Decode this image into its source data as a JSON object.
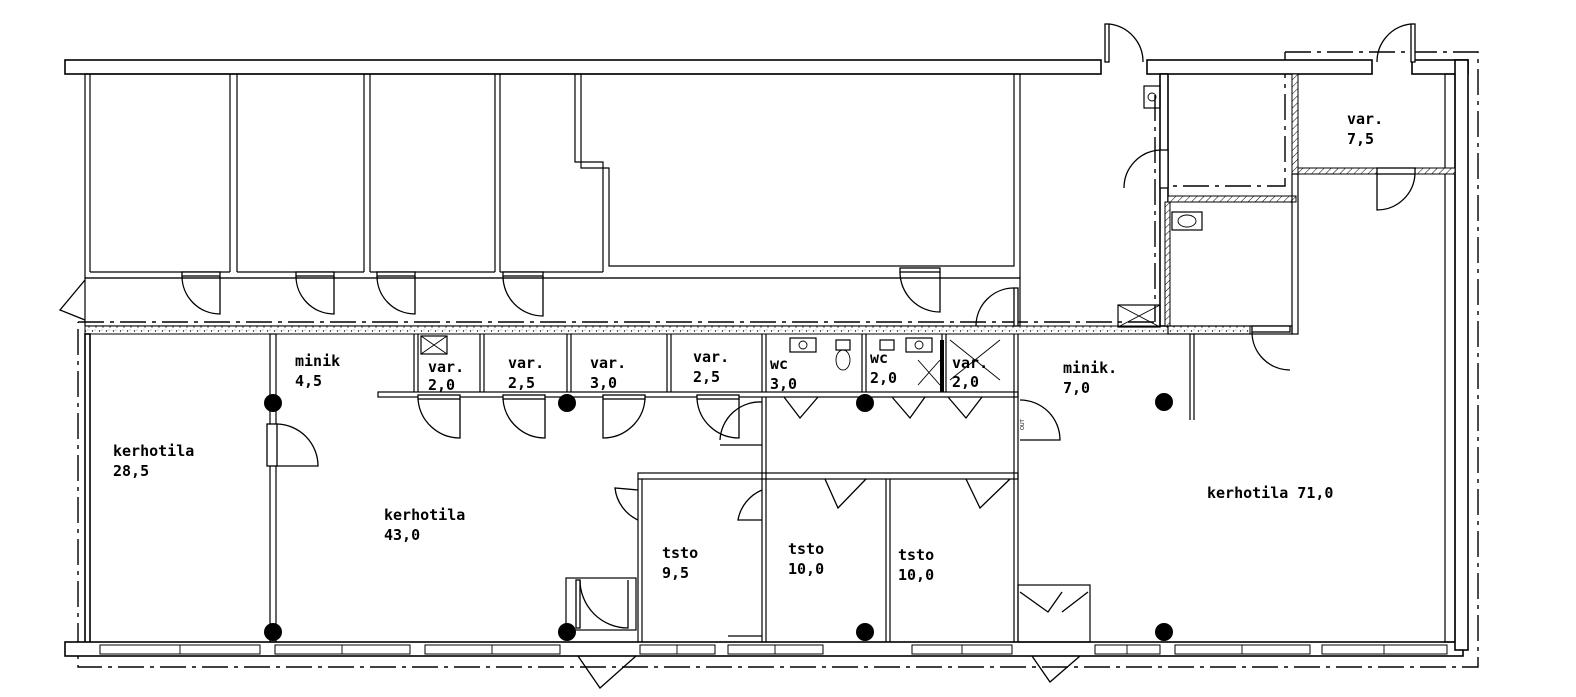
{
  "rooms": [
    {
      "name": "kerhotila",
      "area": "28,5"
    },
    {
      "name": "minik",
      "area": "4,5"
    },
    {
      "name": "var.",
      "area": "2,0"
    },
    {
      "name": "var.",
      "area": "2,5"
    },
    {
      "name": "var.",
      "area": "3,0"
    },
    {
      "name": "var.",
      "area": "2,5"
    },
    {
      "name": "wc",
      "area": "3,0"
    },
    {
      "name": "wc",
      "area": "2,0"
    },
    {
      "name": "var.",
      "area": "2,0"
    },
    {
      "name": "minik.",
      "area": "7,0"
    },
    {
      "name": "var.",
      "area": "7,5"
    },
    {
      "name": "kerhotila",
      "area": "43,0"
    },
    {
      "name": "tsto",
      "area": "9,5"
    },
    {
      "name": "tsto",
      "area": "10,0"
    },
    {
      "name": "tsto",
      "area": "10,0"
    },
    {
      "name": "kerhotila 71,0",
      "area": ""
    }
  ]
}
